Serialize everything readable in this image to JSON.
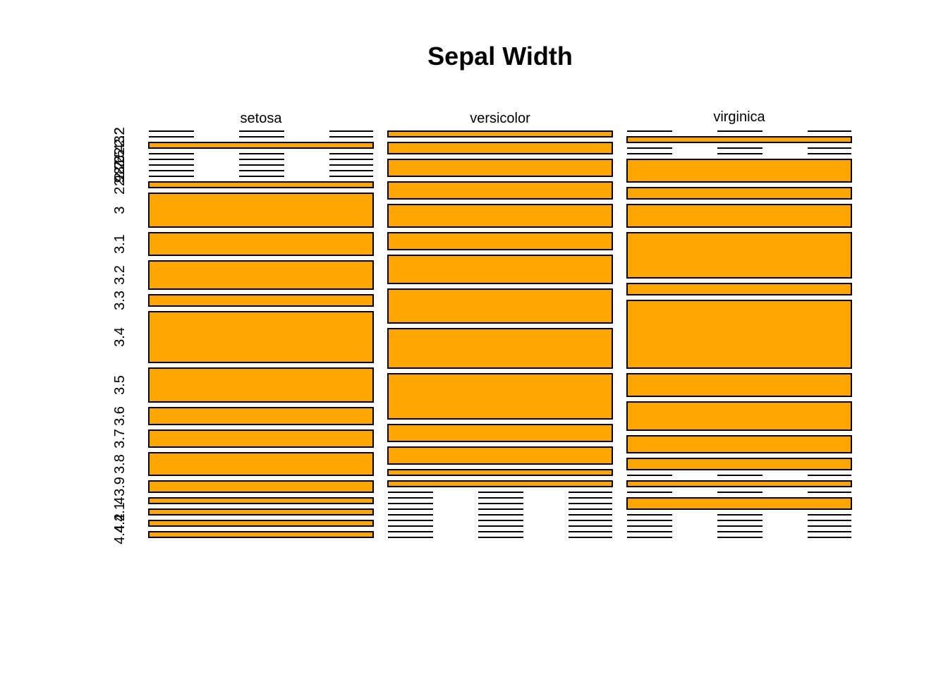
{
  "chart_data": {
    "type": "mosaic",
    "title": "Sepal Width",
    "columns": [
      "setosa",
      "versicolor",
      "virginica"
    ],
    "rows": [
      "2",
      "2.2",
      "2.3",
      "2.4",
      "2.5",
      "2.6",
      "2.7",
      "2.8",
      "2.9",
      "3",
      "3.1",
      "3.2",
      "3.3",
      "3.4",
      "3.5",
      "3.6",
      "3.7",
      "3.8",
      "3.9",
      "4",
      "4.1",
      "4.2",
      "4.4"
    ],
    "counts": {
      "setosa": [
        0,
        0,
        1,
        0,
        0,
        0,
        0,
        0,
        1,
        6,
        4,
        5,
        2,
        9,
        6,
        3,
        3,
        4,
        2,
        1,
        1,
        1,
        1
      ],
      "versicolor": [
        1,
        2,
        3,
        3,
        4,
        3,
        5,
        6,
        7,
        8,
        3,
        3,
        1,
        1,
        0,
        0,
        0,
        0,
        0,
        0,
        0,
        0,
        0
      ],
      "virginica": [
        0,
        1,
        0,
        0,
        4,
        2,
        4,
        8,
        2,
        12,
        4,
        5,
        3,
        2,
        0,
        1,
        0,
        2,
        0,
        0,
        0,
        0,
        0
      ]
    },
    "fill_color": "#FFA500",
    "border_color": "#000000"
  }
}
